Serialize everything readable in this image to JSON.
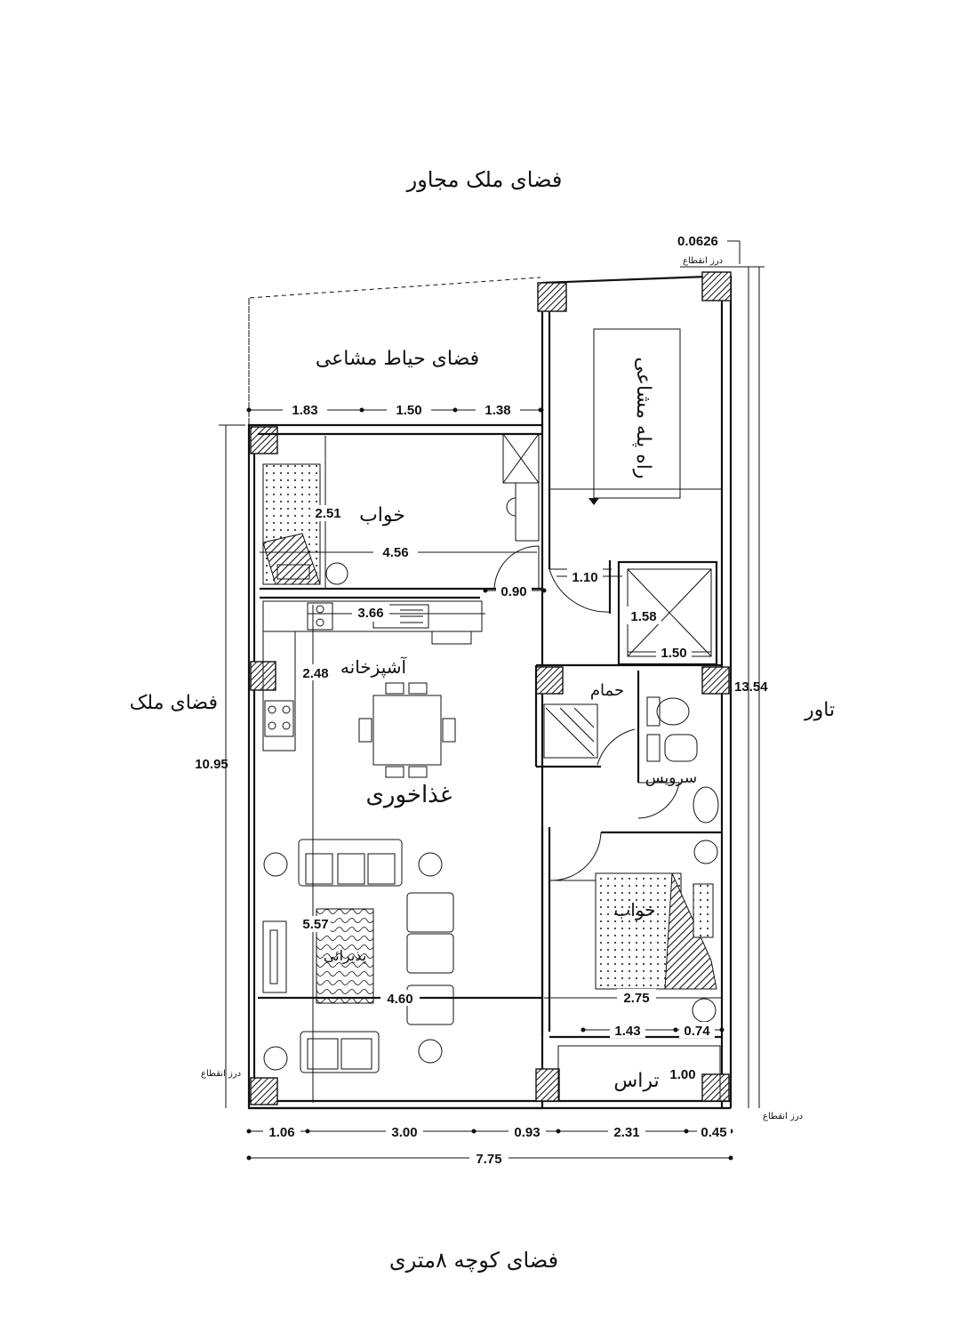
{
  "surroundings": {
    "top": "فضای ملک مجاور",
    "bottom": "فضای کوچه ۸متری",
    "left": "فضای ملک",
    "right": "تاور"
  },
  "rooms": {
    "yard": "فضای حیاط مشاعی",
    "stair": "راه پله مشاعی",
    "bedroom1": "خواب",
    "kitchen": "آشپزخانه",
    "dining": "غذاخوری",
    "bath": "حمام",
    "wc": "سرویس",
    "bedroom2": "خواب",
    "terrace": "تراس",
    "living": "پذیرائی"
  },
  "notes": {
    "expansion_top": "درز انقطاع",
    "expansion_left": "درز انقطاع",
    "expansion_right": "درز انقطاع",
    "offset": "0.0626"
  },
  "dimensions": {
    "top_1": "1.83",
    "top_2": "1.50",
    "top_3": "1.38",
    "bed1_height": "2.51",
    "bed1_width": "4.56",
    "door_090": "0.90",
    "door_110": "1.10",
    "kitchen_width": "3.66",
    "shaft_height": "1.58",
    "shaft_width": "1.50",
    "kitchen_height": "2.48",
    "right_total": "13.54",
    "left_total": "10.95",
    "living_height": "5.57",
    "living_width": "4.60",
    "bed2_width": "2.75",
    "bottom_r1": "1.43",
    "bottom_r2": "0.74",
    "terrace_depth": "1.00",
    "b1": "1.06",
    "b2": "3.00",
    "b3": "0.93",
    "b4": "2.31",
    "b5": "0.45",
    "total_width": "7.75"
  }
}
